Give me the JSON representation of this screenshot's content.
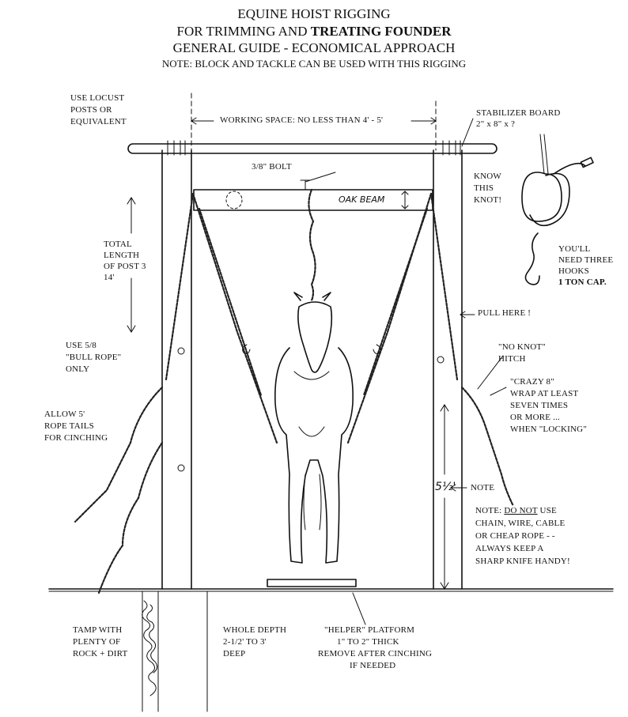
{
  "header": {
    "line1": "EQUINE HOIST RIGGING",
    "line2_prefix": "FOR TRIMMING AND ",
    "line2_bold": "TREATING FOUNDER",
    "line3": "GENERAL GUIDE - ECONOMICAL APPROACH",
    "line4": "NOTE: BLOCK AND TACKLE CAN BE USED WITH THIS RIGGING"
  },
  "labels": {
    "locust_1": "USE LOCUST",
    "locust_2": "POSTS OR",
    "locust_3": "EQUIVALENT",
    "working_space": "WORKING SPACE: NO LESS THAN 4' - 5'",
    "stabilizer_1": "STABILIZER BOARD",
    "stabilizer_2": "2\" x 8\" x ?",
    "bolt": "3/8\" BOLT",
    "oak_beam": "OAK BEAM",
    "know_1": "KNOW",
    "know_2": "THIS",
    "know_3": "KNOT!",
    "hooks_1": "YOU'LL",
    "hooks_2": "NEED THREE",
    "hooks_3": "HOOKS",
    "hooks_4": "1 TON CAP.",
    "total_1": "TOTAL",
    "total_2": "LENGTH",
    "total_3": "OF POST 3",
    "total_4": "14'",
    "pull_here": "PULL HERE !",
    "bull_1": "USE 5/8",
    "bull_2": "\"BULL ROPE\"",
    "bull_3": "ONLY",
    "noknot_1": "\"NO KNOT\"",
    "noknot_2": "HITCH",
    "crazy_1": "\"CRAZY 8\"",
    "crazy_2": "WRAP AT LEAST",
    "crazy_3": "SEVEN TIMES",
    "crazy_4": "OR MORE ...",
    "crazy_5": "WHEN \"LOCKING\"",
    "tails_1": "ALLOW 5'",
    "tails_2": "ROPE TAILS",
    "tails_3": "FOR CINCHING",
    "height": "5½'",
    "note_arrow": "NOTE",
    "warn_1_prefix": "NOTE: ",
    "warn_1_underlined": "DO NOT",
    "warn_1_suffix": " USE",
    "warn_2": "CHAIN, WIRE, CABLE",
    "warn_3": "OR CHEAP ROPE - -",
    "warn_4": "ALWAYS KEEP A",
    "warn_5": "SHARP KNIFE HANDY!",
    "tamp_1": "TAMP WITH",
    "tamp_2": "PLENTY OF",
    "tamp_3": "ROCK + DIRT",
    "depth_1": "WHOLE DEPTH",
    "depth_2": "2-1/2' TO 3'",
    "depth_3": "DEEP",
    "helper_1": "\"HELPER\" PLATFORM",
    "helper_2": "1\" TO 2\" THICK",
    "helper_3": "REMOVE AFTER CINCHING",
    "helper_4": "IF NEEDED"
  }
}
